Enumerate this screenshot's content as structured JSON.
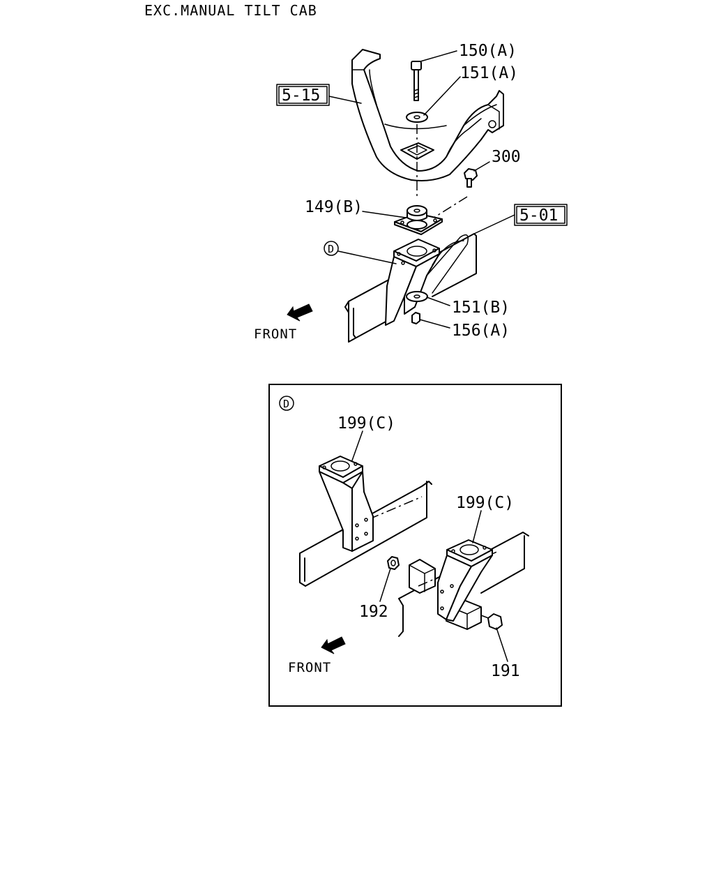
{
  "header": {
    "text": "EXC.MANUAL TILT CAB"
  },
  "upper_view": {
    "callouts": {
      "c150a": "150(A)",
      "c151a": "151(A)",
      "c300": "300",
      "c149b": "149(B)",
      "c151b": "151(B)",
      "c156a": "156(A)"
    },
    "ref_boxes": {
      "r515": "5-15",
      "r501": "5-01"
    },
    "detail_marker": "D",
    "front_label": "FRONT"
  },
  "detail_view": {
    "marker": "D",
    "callouts": {
      "c199c_left": "199(C)",
      "c199c_right": "199(C)",
      "c192": "192",
      "c191": "191"
    },
    "front_label": "FRONT"
  },
  "icons": [
    "front-arrow-icon",
    "detail-marker-icon"
  ],
  "colors": {
    "ink": "#000000",
    "paper": "#ffffff"
  }
}
